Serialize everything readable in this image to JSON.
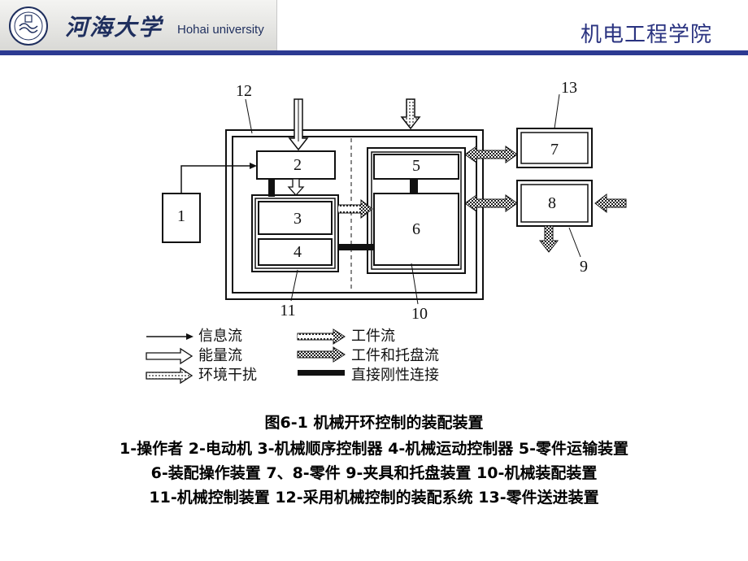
{
  "header": {
    "brand_cn": "河海大学",
    "brand_en": "Hohai university",
    "school": "机电工程学院",
    "seal_text": "河海大学"
  },
  "colors": {
    "header_rule": "#2c3a92",
    "school_text": "#2a3380",
    "brand": "#1f2f5e"
  },
  "figure": {
    "labels": {
      "n1": "1",
      "n2": "2",
      "n3": "3",
      "n4": "4",
      "n5": "5",
      "n6": "6",
      "n7": "7",
      "n8": "8",
      "n9": "9",
      "n10": "10",
      "n11": "11",
      "n12": "12",
      "n13": "13"
    },
    "legend": {
      "info_flow": "信息流",
      "energy_flow": "能量流",
      "env_disturb": "环境干扰",
      "workpiece_flow": "工件流",
      "workpiece_pallet_flow": "工件和托盘流",
      "rigid_connection": "直接刚性连接"
    }
  },
  "caption": {
    "title": "图6-1 机械开环控制的装配装置",
    "line1": "1-操作者 2-电动机 3-机械顺序控制器 4-机械运动控制器 5-零件运输装置",
    "line2": "6-装配操作装置 7、8-零件 9-夹具和托盘装置 10-机械装配装置",
    "line3": "11-机械控制装置 12-采用机械控制的装配系统 13-零件送进装置"
  }
}
